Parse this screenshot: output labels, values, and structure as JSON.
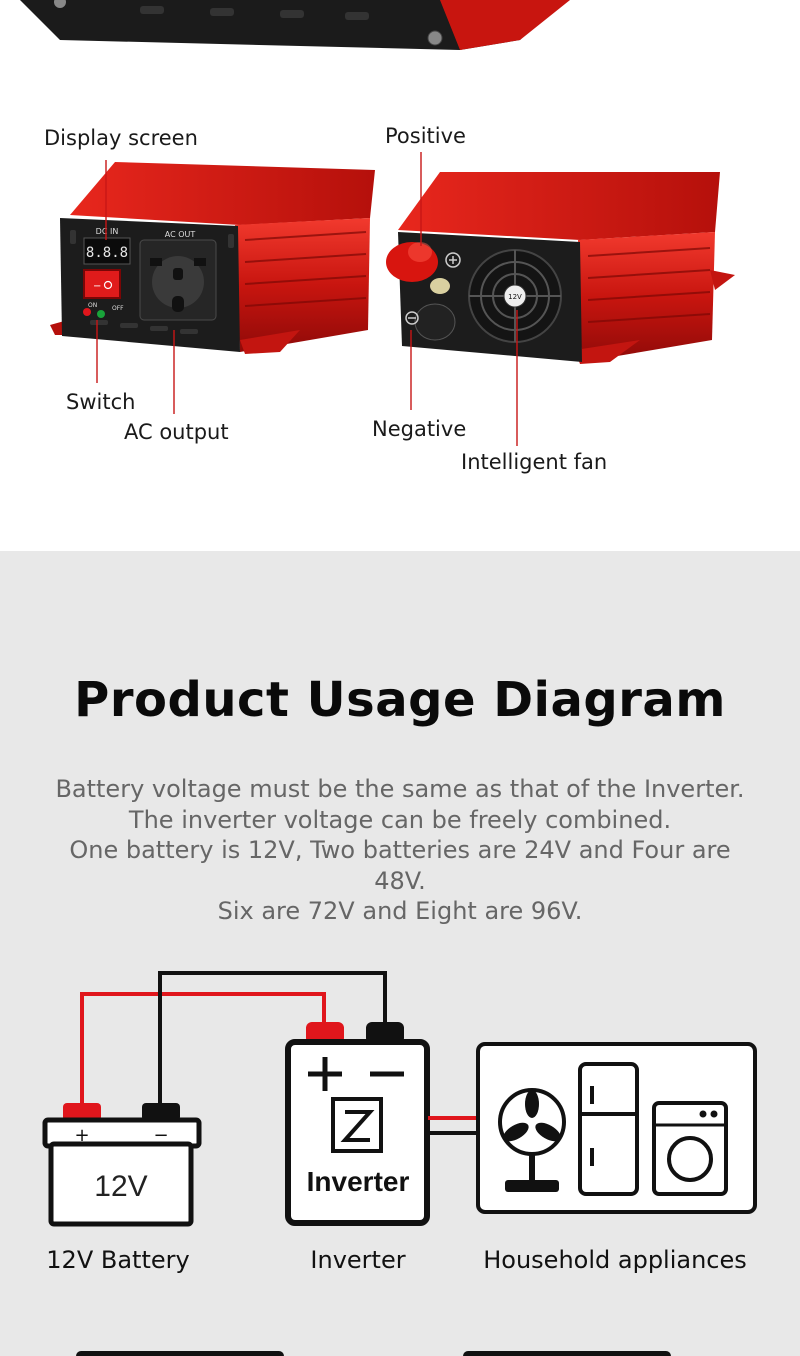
{
  "callouts": {
    "display_screen": "Display screen",
    "switch": "Switch",
    "ac_output": "AC output",
    "positive": "Positive",
    "negative": "Negative",
    "intelligent_fan": "Intelligent fan"
  },
  "device_markings": {
    "dc_in": "DC IN",
    "ac_out": "AC OUT",
    "on": "ON",
    "off": "OFF",
    "fan_voltage": "12V",
    "display_value": "8.8.8"
  },
  "diagram": {
    "title": "Product Usage Diagram",
    "description": [
      "Battery voltage must be the same as that of the Inverter.",
      "The inverter voltage can be freely combined.",
      "One battery is 12V, Two batteries are 24V and Four are 48V.",
      "Six are 72V and Eight are 96V."
    ],
    "battery_voltage": "12V",
    "inverter_box_label": "Inverter",
    "captions": {
      "battery": "12V Battery",
      "inverter": "Inverter",
      "appliances": "Household appliances"
    }
  },
  "colors": {
    "inverter_red": "#d61d1d",
    "wire_red": "#e0161c",
    "wire_black": "#111111",
    "section_bg": "#e8e8e8"
  }
}
